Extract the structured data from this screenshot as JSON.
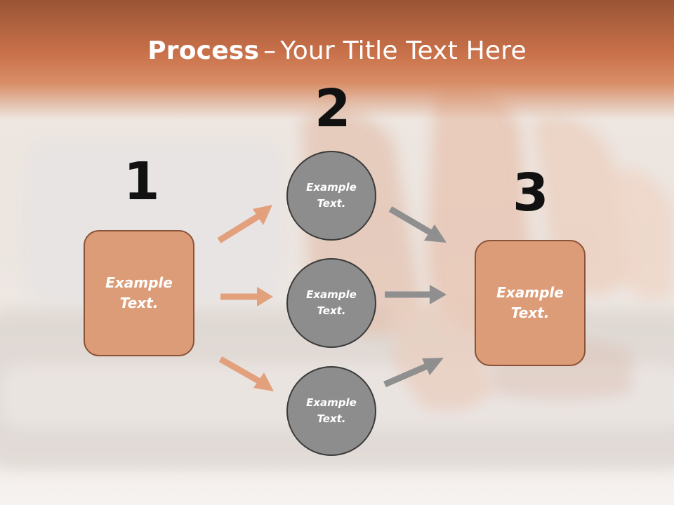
{
  "title": {
    "bold": "Process",
    "separator": "–",
    "rest": "Your Title Text Here"
  },
  "steps": [
    {
      "number": "1",
      "box_text": "Example Text."
    },
    {
      "number": "2",
      "circles": [
        "Example Text.",
        "Example Text.",
        "Example Text."
      ]
    },
    {
      "number": "3",
      "box_text": "Example Text."
    }
  ],
  "colors": {
    "header": "#c9714a",
    "box_fill": "#dd9c78",
    "box_border": "#8a5238",
    "circle_fill": "#8d8d8d",
    "arrow_orange": "#e3a07c",
    "arrow_gray": "#8f8f8f"
  }
}
